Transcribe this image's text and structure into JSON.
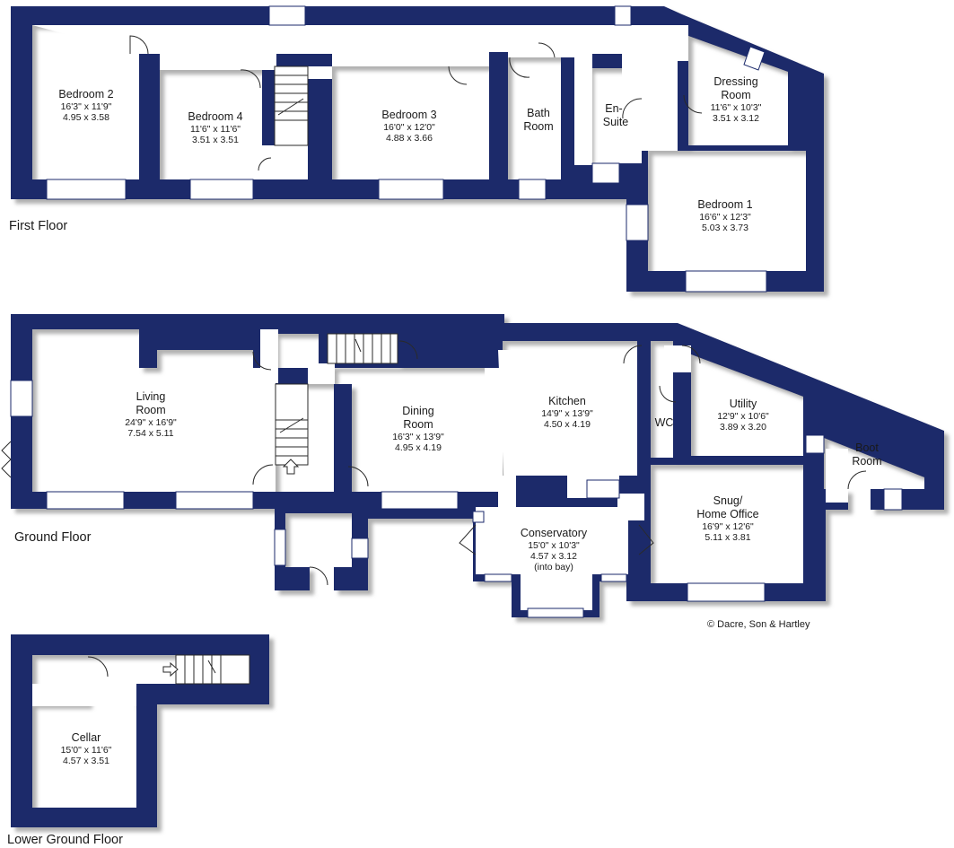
{
  "credit": "© Dacre, Son & Hartley",
  "colors": {
    "wall": "#1b2a6b",
    "window": "#ffffff",
    "text": "#1a1a1a",
    "shadow": "#a8a8a8"
  },
  "floors": [
    {
      "name": "First Floor",
      "rooms": [
        {
          "name": [
            "Bedroom 2"
          ],
          "imperial": "16'3\" x 11'9\"",
          "metric": "4.95  x  3.58"
        },
        {
          "name": [
            "Bedroom 4"
          ],
          "imperial": "11'6\" x 11'6\"",
          "metric": "3.51  x  3.51"
        },
        {
          "name": [
            "Bedroom 3"
          ],
          "imperial": "16'0\" x 12'0\"",
          "metric": "4.88  x  3.66"
        },
        {
          "name": [
            "Bath",
            "Room"
          ],
          "imperial": "",
          "metric": ""
        },
        {
          "name": [
            "En-",
            "Suite"
          ],
          "imperial": "",
          "metric": ""
        },
        {
          "name": [
            "Dressing",
            "Room"
          ],
          "imperial": "11'6\" x 10'3\"",
          "metric": "3.51  x  3.12"
        },
        {
          "name": [
            "Bedroom 1"
          ],
          "imperial": "16'6\" x 12'3\"",
          "metric": "5.03  x  3.73"
        }
      ]
    },
    {
      "name": "Ground Floor",
      "rooms": [
        {
          "name": [
            "Living",
            "Room"
          ],
          "imperial": "24'9\" x 16'9\"",
          "metric": "7.54  x  5.11"
        },
        {
          "name": [
            "Dining",
            "Room"
          ],
          "imperial": "16'3\" x 13'9\"",
          "metric": "4.95  x  4.19"
        },
        {
          "name": [
            "Kitchen"
          ],
          "imperial": "14'9\" x 13'9\"",
          "metric": "4.50  x  4.19"
        },
        {
          "name": [
            "WC"
          ],
          "imperial": "",
          "metric": ""
        },
        {
          "name": [
            "Utility"
          ],
          "imperial": "12'9\" x 10'6\"",
          "metric": "3.89  x  3.20"
        },
        {
          "name": [
            "Boot",
            "Room"
          ],
          "imperial": "",
          "metric": ""
        },
        {
          "name": [
            "Conservatory"
          ],
          "imperial": "15'0\" x 10'3\"",
          "metric": "4.57  x  3.12",
          "note": "(into bay)"
        },
        {
          "name": [
            "Snug/",
            "Home Office"
          ],
          "imperial": "16'9\" x 12'6\"",
          "metric": "5.11  x  3.81"
        }
      ]
    },
    {
      "name": "Lower Ground Floor",
      "rooms": [
        {
          "name": [
            "Cellar"
          ],
          "imperial": "15'0\" x 11'6\"",
          "metric": "4.57  x  3.51"
        }
      ]
    }
  ]
}
